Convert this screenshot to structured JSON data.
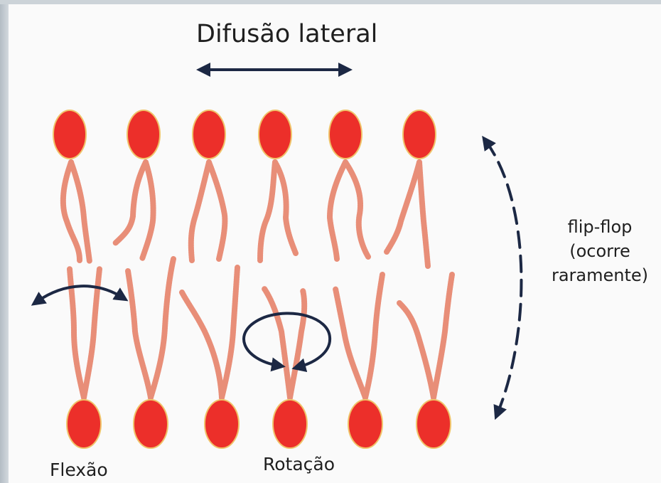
{
  "title": "Difusão lateral",
  "flip_flop": {
    "line1": "flip-flop",
    "line2": "(ocorre",
    "line3": "raramente)"
  },
  "labels": {
    "flexion": "Flexão",
    "rotation": "Rotação"
  },
  "colors": {
    "head": "#ec2f2a",
    "head_glow": "#f0c36a",
    "tail": "#e88e78",
    "arrow": "#1c2844",
    "text": "#1f1f1f"
  },
  "lipid_counts": {
    "upper_leaflet": 6,
    "lower_leaflet": 6
  }
}
